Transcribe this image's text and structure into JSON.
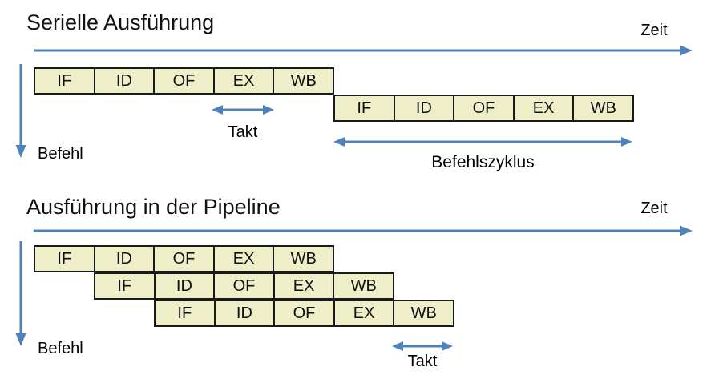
{
  "colors": {
    "accent": "#4f81bd",
    "stageFill": "#eeeec9",
    "stageBorder": "#1a1a1a"
  },
  "serial": {
    "title": "Serielle Ausführung",
    "time_axis_label": "Zeit",
    "instruction_axis_label": "Befehl",
    "clock_label": "Takt",
    "instruction_cycle_label": "Befehlszyklus",
    "rows": [
      {
        "stages": [
          "IF",
          "ID",
          "OF",
          "EX",
          "WB"
        ]
      },
      {
        "stages": [
          "IF",
          "ID",
          "OF",
          "EX",
          "WB"
        ]
      }
    ]
  },
  "pipeline": {
    "title": "Ausführung in der Pipeline",
    "time_axis_label": "Zeit",
    "instruction_axis_label": "Befehl",
    "clock_label": "Takt",
    "rows": [
      {
        "stages": [
          "IF",
          "ID",
          "OF",
          "EX",
          "WB"
        ]
      },
      {
        "stages": [
          "IF",
          "ID",
          "OF",
          "EX",
          "WB"
        ]
      },
      {
        "stages": [
          "IF",
          "ID",
          "OF",
          "EX",
          "WB"
        ]
      }
    ]
  }
}
